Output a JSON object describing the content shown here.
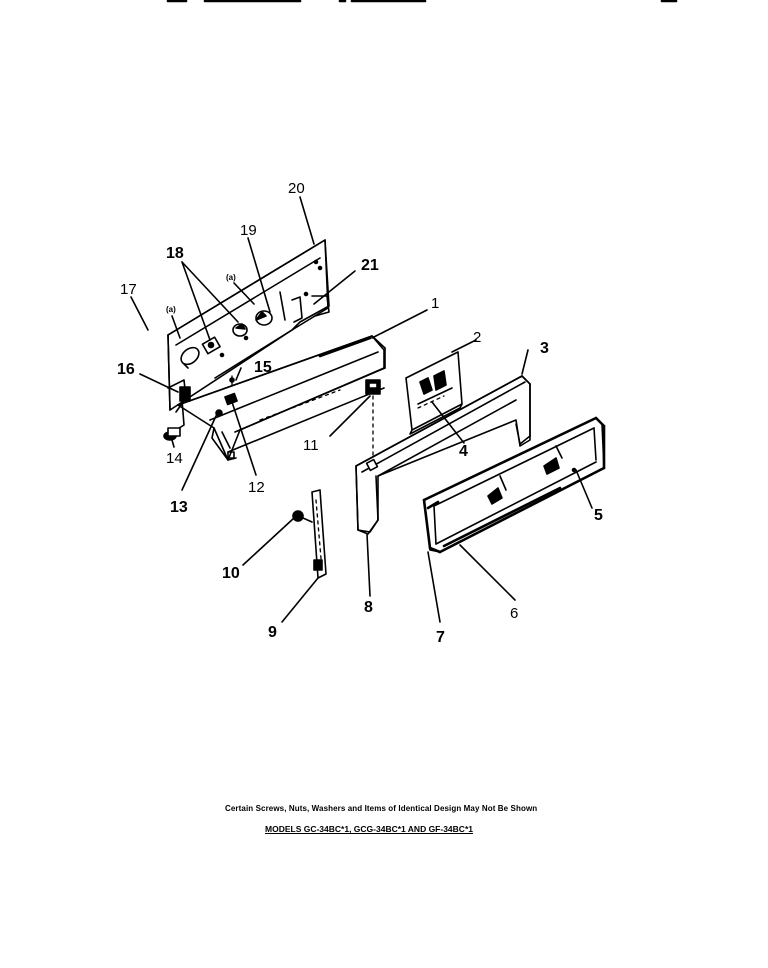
{
  "callouts": {
    "c1": "1",
    "c2": "2",
    "c3": "3",
    "c4": "4",
    "c5": "5",
    "c6": "6",
    "c7": "7",
    "c8": "8",
    "c9": "9",
    "c10": "10",
    "c11": "11",
    "c12": "12",
    "c13": "13",
    "c14": "14",
    "c15": "15",
    "c16": "16",
    "c17": "17",
    "c18": "18",
    "c19": "19",
    "c20": "20",
    "c21": "21"
  },
  "markers": {
    "a1": "(a)",
    "a2": "(a)"
  },
  "footer": {
    "note": "Certain Screws, Nuts, Washers and Items of Identical Design May Not Be Shown",
    "models": "MODELS GC-34BC*1, GCG-34BC*1 AND GF-34BC*1"
  }
}
